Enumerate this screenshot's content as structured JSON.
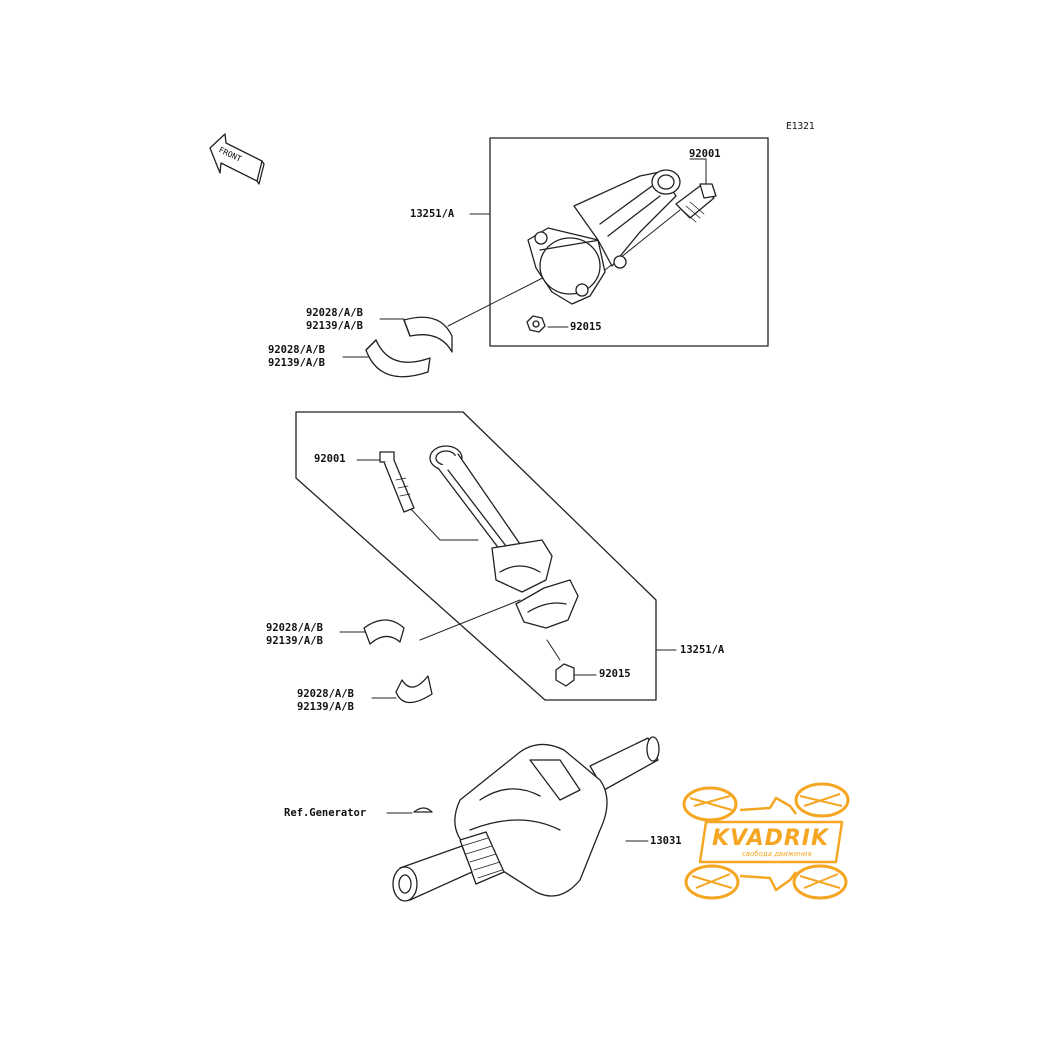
{
  "diagram_code": "E1321",
  "front_label": "FRONT",
  "labels": {
    "rod_assembly_top": "13251/A",
    "rod_assembly_mid": "13251/A",
    "bolt_top": "92001",
    "bolt_mid": "92001",
    "nut_top": "92015",
    "nut_mid": "92015",
    "bearing_1": [
      "92028/A/B",
      "92139/A/B"
    ],
    "bearing_2": [
      "92028/A/B",
      "92139/A/B"
    ],
    "bearing_3": [
      "92028/A/B",
      "92139/A/B"
    ],
    "bearing_4": [
      "92028/A/B",
      "92139/A/B"
    ],
    "key_ref": "Ref.Generator",
    "crankshaft": "13031"
  },
  "watermark": {
    "brand": "KVADRIK",
    "slogan": "свобода движения",
    "color": "#f5a623"
  }
}
